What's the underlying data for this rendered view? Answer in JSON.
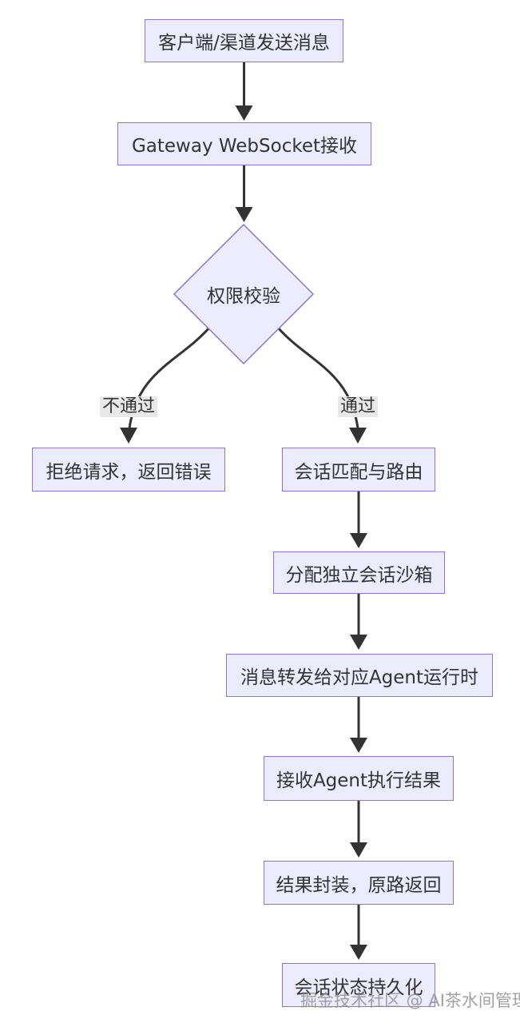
{
  "diagram": {
    "type": "flowchart",
    "direction": "top-down",
    "nodes": [
      {
        "id": "A",
        "shape": "rect",
        "label": "客户端/渠道发送消息"
      },
      {
        "id": "B",
        "shape": "rect",
        "label": "Gateway WebSocket接收"
      },
      {
        "id": "C",
        "shape": "diamond",
        "label": "权限校验"
      },
      {
        "id": "D",
        "shape": "rect",
        "label": "拒绝请求，返回错误"
      },
      {
        "id": "E",
        "shape": "rect",
        "label": "会话匹配与路由"
      },
      {
        "id": "F",
        "shape": "rect",
        "label": "分配独立会话沙箱"
      },
      {
        "id": "G",
        "shape": "rect",
        "label": "消息转发给对应Agent运行时"
      },
      {
        "id": "H",
        "shape": "rect",
        "label": "接收Agent执行结果"
      },
      {
        "id": "I",
        "shape": "rect",
        "label": "结果封装，原路返回"
      },
      {
        "id": "J",
        "shape": "rect",
        "label": "会话状态持久化"
      }
    ],
    "edges": [
      {
        "from": "A",
        "to": "B",
        "label": ""
      },
      {
        "from": "B",
        "to": "C",
        "label": ""
      },
      {
        "from": "C",
        "to": "D",
        "label": "不通过"
      },
      {
        "from": "C",
        "to": "E",
        "label": "通过"
      },
      {
        "from": "E",
        "to": "F",
        "label": ""
      },
      {
        "from": "F",
        "to": "G",
        "label": ""
      },
      {
        "from": "G",
        "to": "H",
        "label": ""
      },
      {
        "from": "H",
        "to": "I",
        "label": ""
      },
      {
        "from": "I",
        "to": "J",
        "label": ""
      }
    ],
    "colors": {
      "node_fill": "#ECECFF",
      "node_border": "#9370DB",
      "node_text": "#333333",
      "edge_stroke": "#333333",
      "edge_label_background": "#e8e8e8",
      "background": "#ffffff",
      "watermark_text_color": "#8c8c8c"
    }
  },
  "watermark": {
    "text": "掘金技术社区 @ AI茶水间管理员"
  }
}
